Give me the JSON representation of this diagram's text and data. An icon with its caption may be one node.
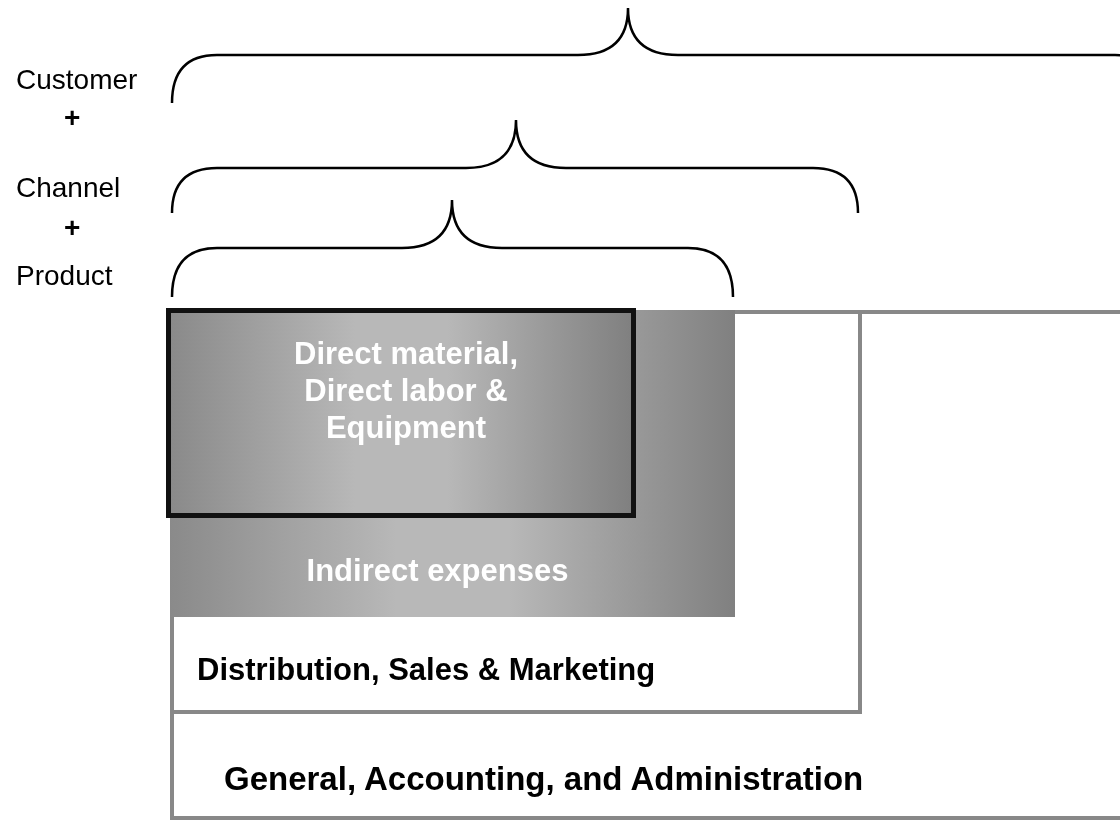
{
  "diagram": {
    "nodes": [
      {
        "text": [
          "General, Accounting, and Administration"
        ]
      },
      {
        "text": [
          "Distribution, Sales & Marketing"
        ],
        "in": 0
      },
      {
        "text": [
          "Indirect expenses"
        ],
        "in": 1
      },
      {
        "text": [
          "Direct material, Direct labor & Equipment"
        ],
        "in": 2
      }
    ],
    "labels": [
      "Customer",
      "+",
      "Channel",
      "+",
      "Product"
    ]
  }
}
